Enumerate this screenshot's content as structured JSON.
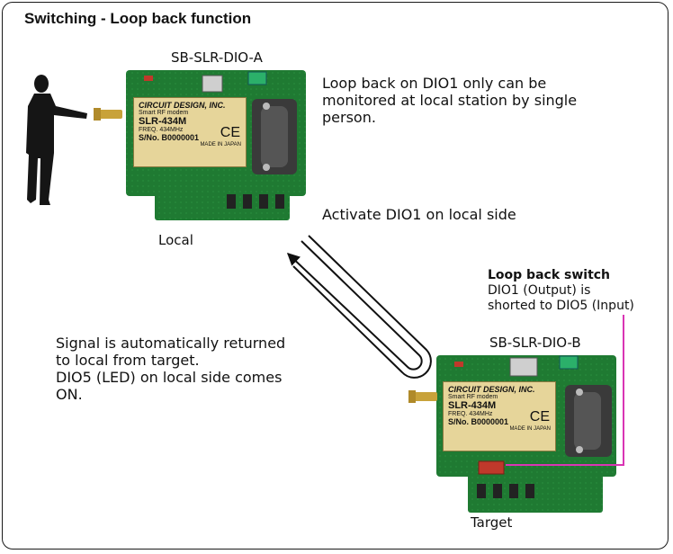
{
  "title": "Switching - Loop back function",
  "device_a": {
    "label": "SB-SLR-DIO-A",
    "caption": "Local"
  },
  "device_b": {
    "label": "SB-SLR-DIO-B",
    "caption": "Target"
  },
  "module": {
    "brand": "CIRCUIT DESIGN, INC.",
    "subtitle": "Smart RF modem",
    "model": "SLR-434M",
    "freq": "FREQ. 434MHz",
    "serial": "S/No. B0000001",
    "origin": "MADE IN JAPAN",
    "ce": "CE"
  },
  "notes": {
    "monitor": [
      "Loop back on DIO1 only can be",
      "monitored at local station by single",
      "person."
    ],
    "activate": "Activate DIO1 on local side",
    "returned": [
      "Signal is automatically returned",
      "to local from target.",
      "DIO5 (LED) on local side comes",
      "ON."
    ]
  },
  "switch_note": {
    "title": "Loop back switch",
    "lines": [
      "DIO1 (Output) is",
      "shorted to DIO5 (Input)"
    ]
  },
  "colors": {
    "pcb": "#1f7a32",
    "module": "#e6d59a",
    "connector": "#3a3a3a",
    "pointer": "#d935b4"
  }
}
